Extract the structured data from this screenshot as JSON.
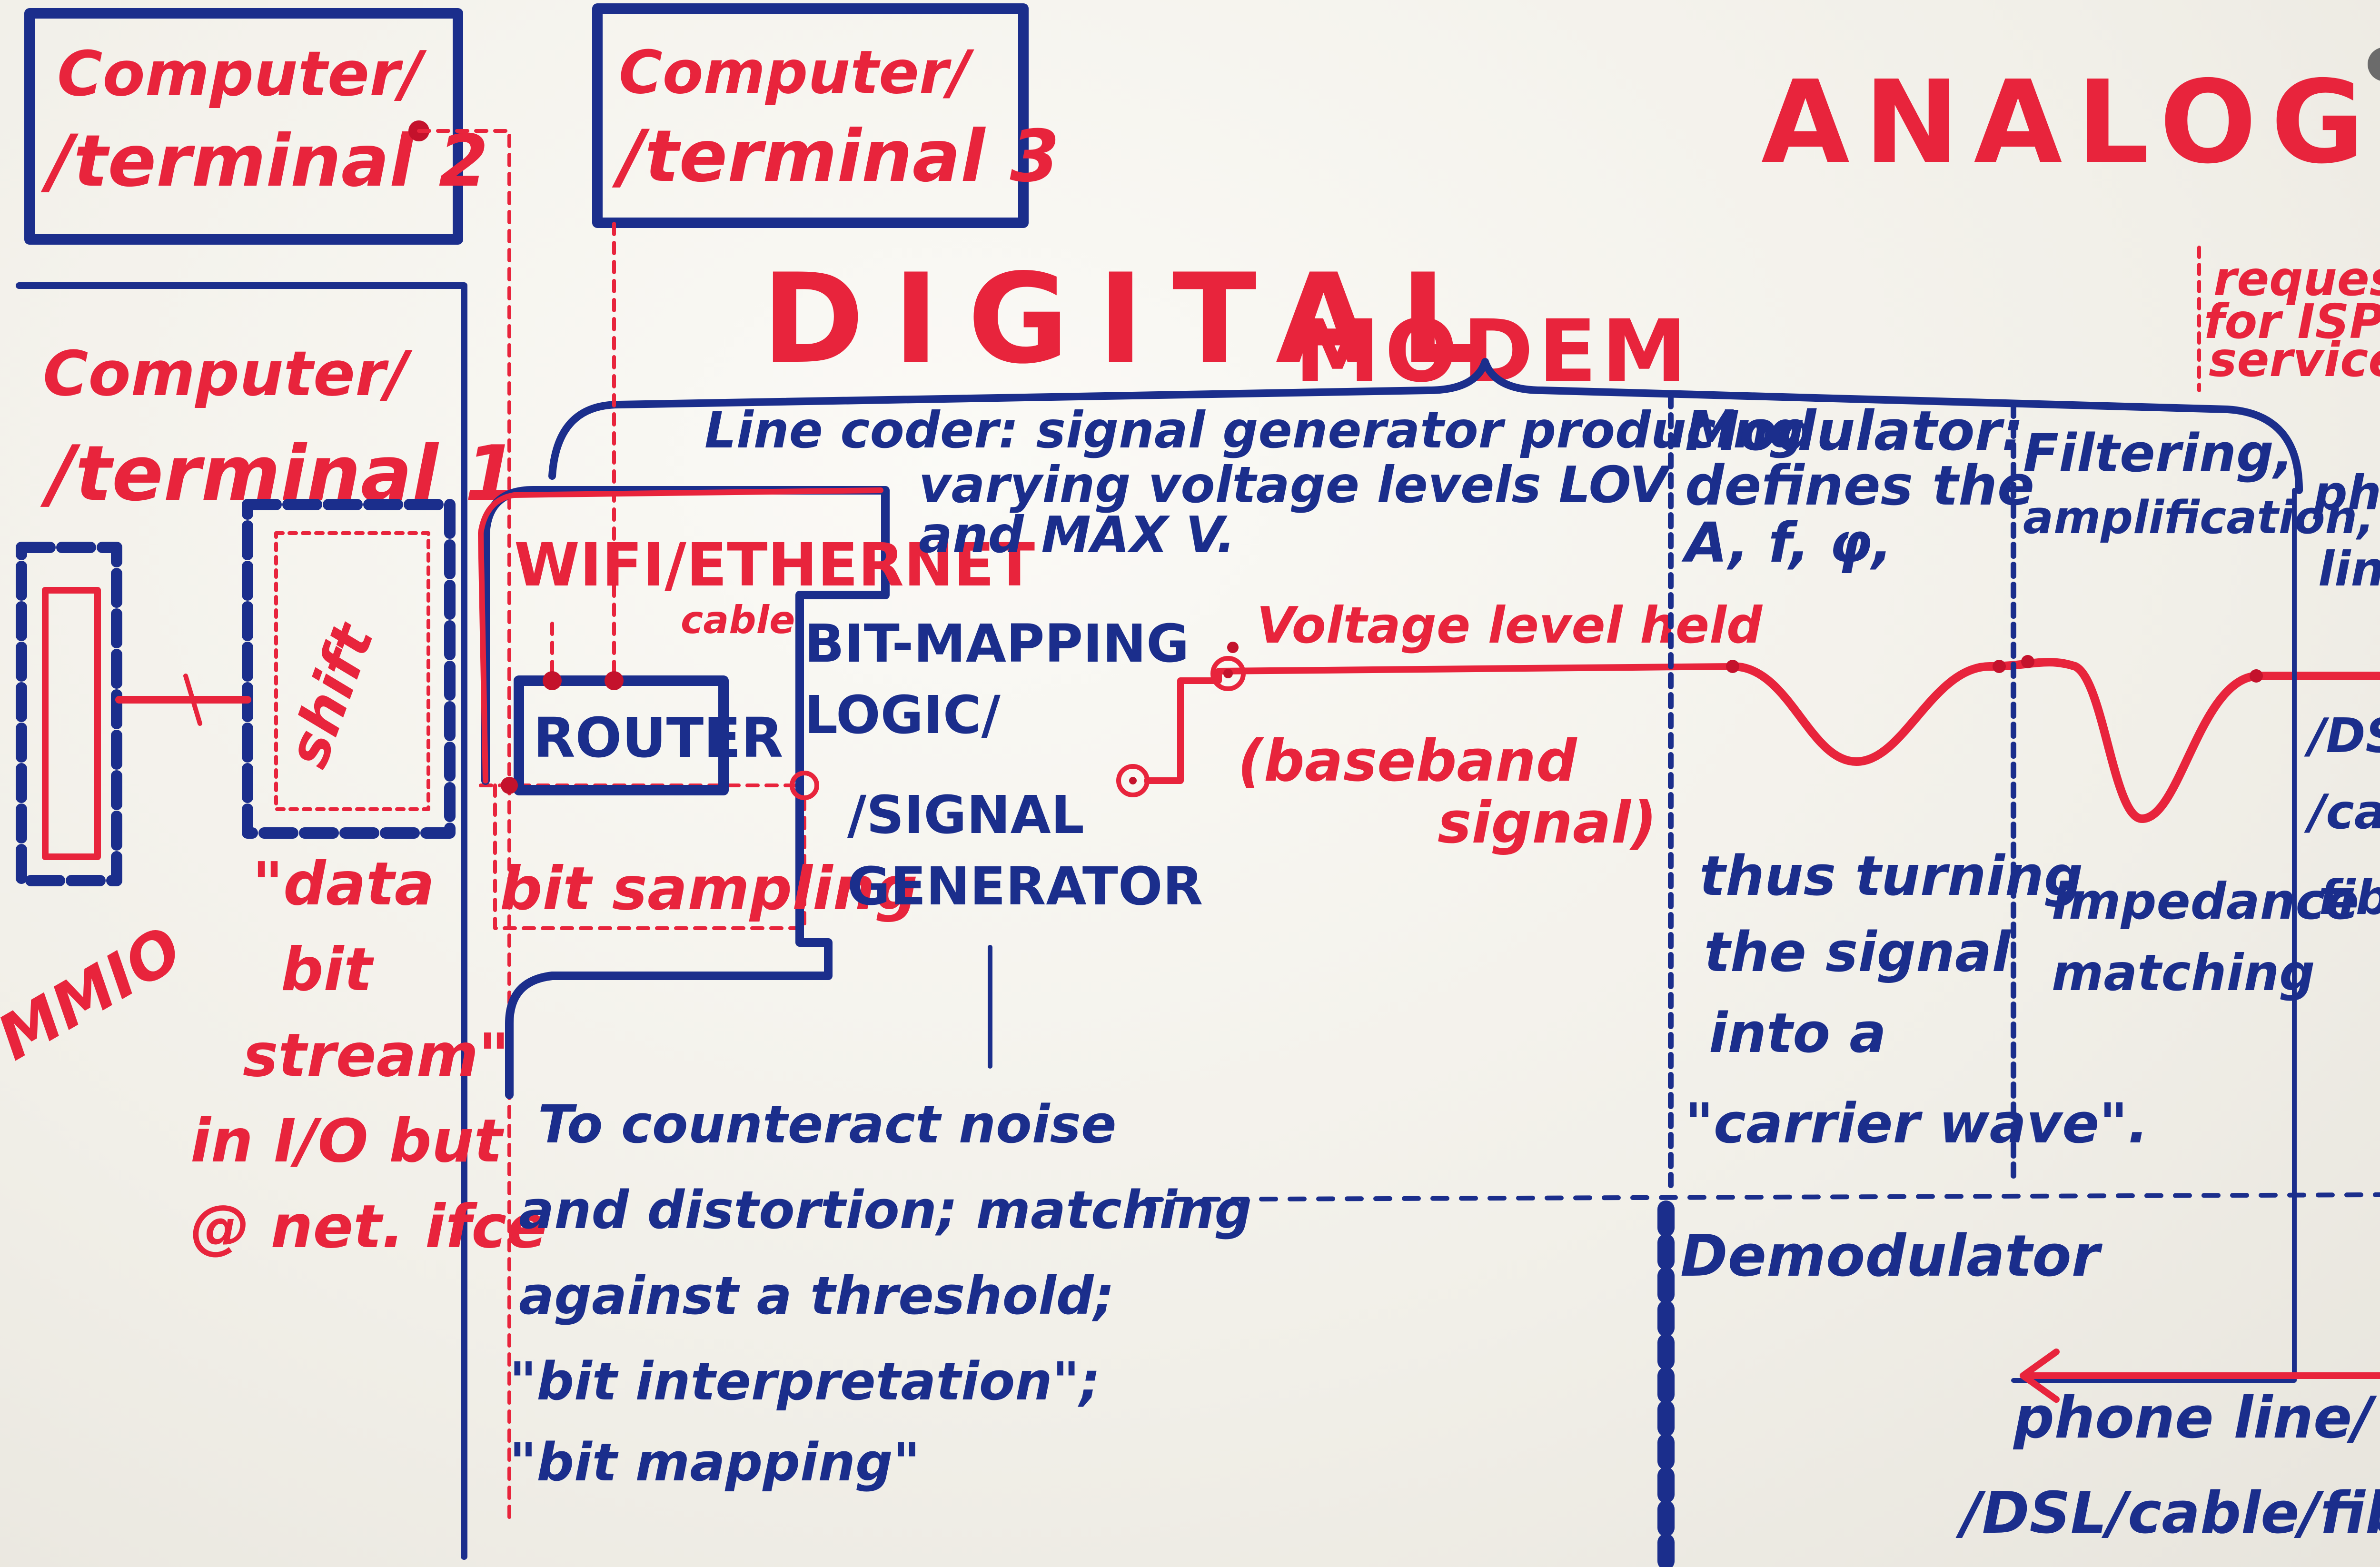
{
  "regions": {
    "digital": "DIGITAL",
    "analog": "ANALOG",
    "modem": "MODEM"
  },
  "terminals": {
    "t1_line1": "Computer/",
    "t1_line2": "/terminal 1",
    "t2_line1": "Computer/",
    "t2_line2": "/terminal 2",
    "t3_line1": "Computer/",
    "t3_line2": "/terminal 3"
  },
  "left": {
    "mmio": "MMIO",
    "shift": "shift",
    "data_stream": [
      "\"data",
      "bit",
      "stream\"",
      "in I/O but",
      "@ net. ifce"
    ]
  },
  "network": {
    "wifi": "WIFI/ETHERNET",
    "cable": "cable",
    "router": "ROUTER",
    "bit_sampling": "bit sampling"
  },
  "line_coder": {
    "line1": "Line coder: signal generator producing",
    "line2": "varying voltage levels LOV",
    "line3": "and MAX V."
  },
  "bit_mapping": [
    "BIT-MAPPING",
    "LOGIC/",
    "/SIGNAL",
    "GENERATOR"
  ],
  "signal": {
    "voltage_held": "Voltage level held",
    "baseband": [
      "(baseband",
      "signal)"
    ]
  },
  "counteract": [
    "To counteract noise",
    "and distortion; matching",
    "against a threshold;",
    "\"bit interpretation\";",
    "\"bit mapping\""
  ],
  "modulator": {
    "header": [
      "Modulator:",
      "defines the",
      "A, f, φ,"
    ],
    "body": [
      "thus turning",
      "the signal",
      "into a",
      "\"carrier wave\"."
    ]
  },
  "filtering": {
    "header": [
      "Filtering,",
      "amplification,"
    ],
    "body": [
      "impedance",
      "matching"
    ]
  },
  "isp_request": [
    "request",
    "for ISP",
    "service"
  ],
  "phone_out": [
    "phone",
    "line/",
    "/DSL",
    "/cable/",
    "fiber"
  ],
  "demodulator": "Demodulator",
  "phone_in": [
    "phone line/",
    "/DSL/cable/fiber"
  ],
  "colors": {
    "red_marker": "#e8243c",
    "blue_marker": "#1b2e8c",
    "board": "#f3f1eb"
  }
}
